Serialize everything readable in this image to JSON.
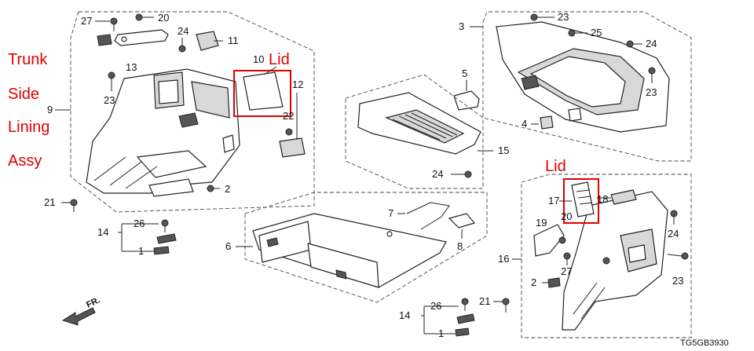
{
  "labels": {
    "n27a": "27",
    "n20a": "20",
    "n24a": "24",
    "n11": "11",
    "n10": "10",
    "lid1": "Lid",
    "n13": "13",
    "n23a": "23",
    "n9": "9",
    "n12": "12",
    "n22": "22",
    "n2a": "2",
    "n21a": "21",
    "n26a": "26",
    "n14a": "14",
    "n1a": "1",
    "n3": "3",
    "n23b": "23",
    "n25": "25",
    "n24b": "24",
    "n23c": "23",
    "n5": "5",
    "n4": "4",
    "n15": "15",
    "n24c": "24",
    "n7": "7",
    "n8": "8",
    "n6": "6",
    "lid2": "Lid",
    "n17": "17",
    "n18": "18",
    "n20b": "20",
    "n19": "19",
    "n24d": "24",
    "n27b": "27",
    "n16": "16",
    "n23d": "23",
    "n2b": "2",
    "n21b": "21",
    "n26b": "26",
    "n14b": "14",
    "n1b": "1"
  },
  "title_lines": [
    "Trunk",
    "Side",
    "Lining",
    "Assy"
  ],
  "direction_label": "FR.",
  "diagram_code": "TG5GB3930",
  "colors": {
    "highlight": "#e00000",
    "line": "#222222"
  }
}
